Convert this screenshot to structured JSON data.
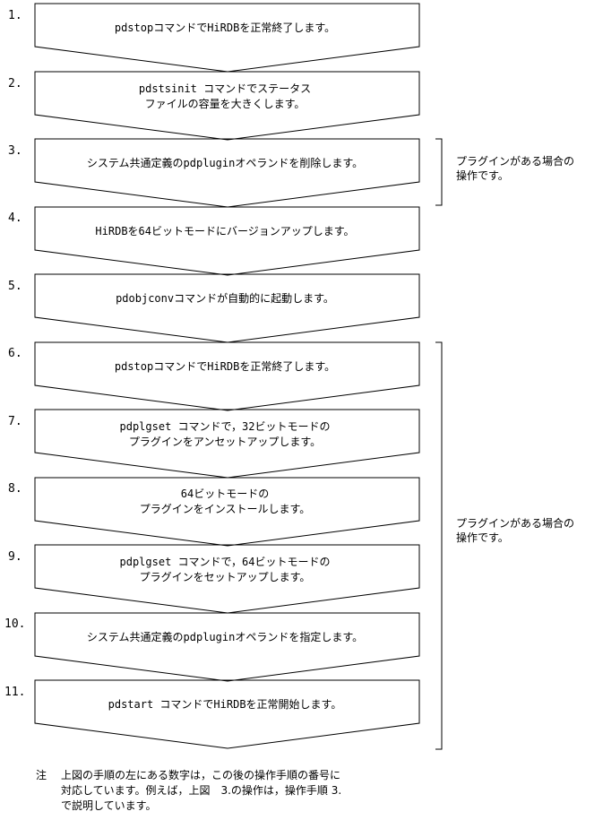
{
  "steps": [
    {
      "num": "1.",
      "lines": [
        "pdstopコマンドでHiRDBを正常終了します。"
      ]
    },
    {
      "num": "2.",
      "lines": [
        "pdstsinit コマンドでステータス",
        "ファイルの容量を大きくします。"
      ]
    },
    {
      "num": "3.",
      "lines": [
        "システム共通定義のpdpluginオペランドを削除します。"
      ]
    },
    {
      "num": "4.",
      "lines": [
        "HiRDBを64ビットモードにバージョンアップします。"
      ]
    },
    {
      "num": "5.",
      "lines": [
        "pdobjconvコマンドが自動的に起動します。"
      ]
    },
    {
      "num": "6.",
      "lines": [
        "pdstopコマンドでHiRDBを正常終了します。"
      ]
    },
    {
      "num": "7.",
      "lines": [
        "pdplgset コマンドで，32ビットモードの",
        "プラグインをアンセットアップします。"
      ]
    },
    {
      "num": "8.",
      "lines": [
        "64ビットモードの",
        "プラグインをインストールします。"
      ]
    },
    {
      "num": "9.",
      "lines": [
        "pdplgset コマンドで，64ビットモードの",
        "プラグインをセットアップします。"
      ]
    },
    {
      "num": "10.",
      "lines": [
        "システム共通定義のpdpluginオペランドを指定します。"
      ]
    },
    {
      "num": "11.",
      "lines": [
        "pdstart コマンドでHiRDBを正常開始します。"
      ]
    }
  ],
  "brackets": [
    {
      "note_lines": [
        "プラグインがある場合の",
        "操作です。"
      ]
    },
    {
      "note_lines": [
        "プラグインがある場合の",
        "操作です。"
      ]
    }
  ],
  "footnote": {
    "mark": "注",
    "lines": [
      "上図の手順の左にある数字は，この後の操作手順の番号に",
      "対応しています。例えば，上図　3.の操作は，操作手順 3.",
      "で説明しています。"
    ]
  }
}
